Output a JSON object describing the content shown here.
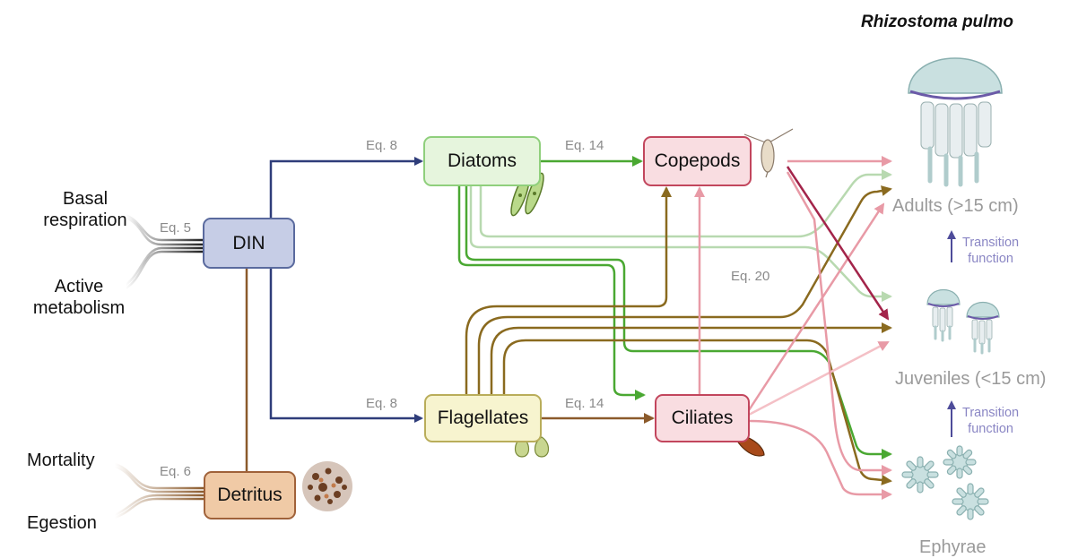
{
  "species_title": "Rhizostoma pulmo",
  "nodes": {
    "din": "DIN",
    "detritus": "Detritus",
    "diatoms": "Diatoms",
    "flagellates": "Flagellates",
    "copepods": "Copepods",
    "ciliates": "Ciliates"
  },
  "inputs": {
    "basal": "Basal\nrespiration",
    "active": "Active\nmetabolism",
    "mortality": "Mortality",
    "egestion": "Egestion"
  },
  "equations": {
    "eq5": "Eq. 5",
    "eq6": "Eq. 6",
    "eq8_top": "Eq. 8",
    "eq8_bottom": "Eq. 8",
    "eq14_top": "Eq. 14",
    "eq14_bottom": "Eq. 14",
    "eq20": "Eq. 20"
  },
  "stages": {
    "adults": "Adults (>15 cm)",
    "juveniles": "Juveniles (<15 cm)",
    "ephyrae": "Ephyrae"
  },
  "transitions": {
    "upper": "Transition\nfunction",
    "lower": "Transition\nfunction"
  },
  "colors": {
    "din_fill": "#c6cde6",
    "din_border": "#5a6a9e",
    "detritus_fill": "#f0caa6",
    "detritus_border": "#a0623a",
    "diatoms_fill": "#e6f5dd",
    "diatoms_border": "#8fcf7c",
    "flagellates_fill": "#f7f4cf",
    "flagellates_border": "#b9ad5a",
    "copepods_fill": "#f9dde1",
    "copepods_border": "#c2465d",
    "ciliates_fill": "#f9dde1",
    "ciliates_border": "#c2465d",
    "navy": "#2f3d7a",
    "brown": "#8b5a2b",
    "green": "#4aa832",
    "lightgreen": "#b8d9b0",
    "olive": "#8a6a1f",
    "pink": "#e89aa6",
    "maroon": "#a3244a",
    "arrow_purple": "#4e4c9a"
  }
}
